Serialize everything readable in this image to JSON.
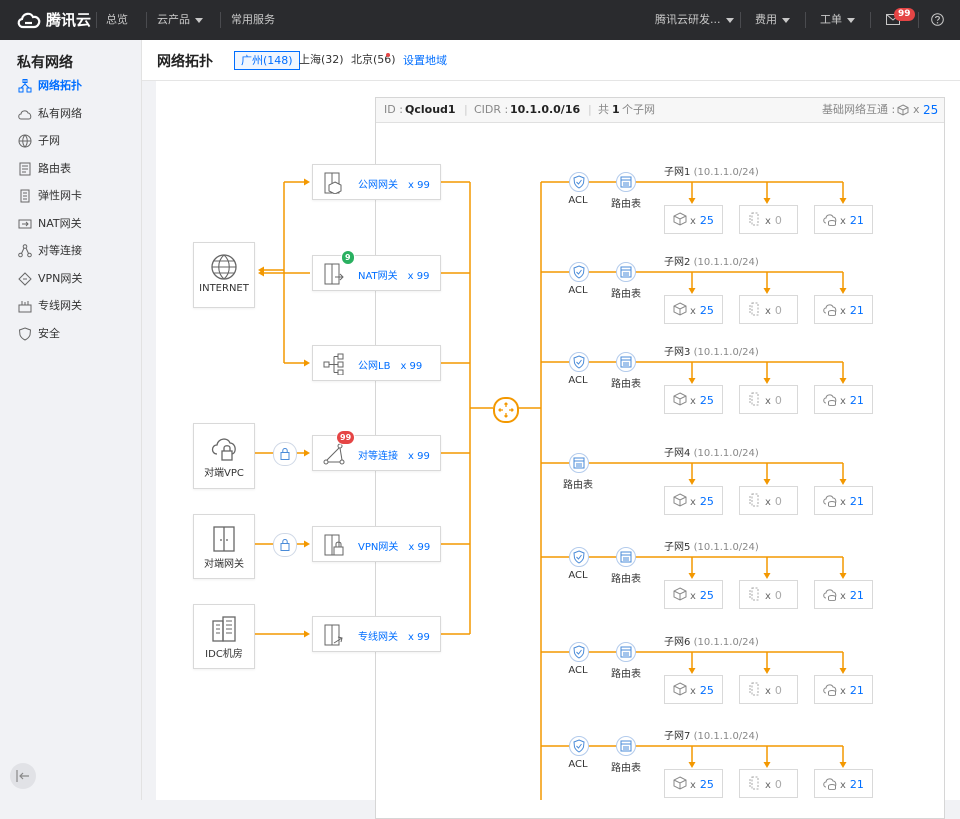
{
  "topbar": {
    "brand": "腾讯云",
    "nav": [
      "总览",
      "云产品",
      "常用服务"
    ],
    "account": "腾讯云研发...",
    "billing": "费用",
    "ticket": "工单",
    "mail_badge": "99"
  },
  "sidebar": {
    "title": "私有网络",
    "items": [
      {
        "label": "网络拓扑",
        "icon": "topology-icon",
        "active": true
      },
      {
        "label": "私有网络",
        "icon": "vpc-icon"
      },
      {
        "label": "子网",
        "icon": "subnet-icon"
      },
      {
        "label": "路由表",
        "icon": "route-table-icon"
      },
      {
        "label": "弹性网卡",
        "icon": "eni-icon"
      },
      {
        "label": "NAT网关",
        "icon": "nat-icon"
      },
      {
        "label": "对等连接",
        "icon": "peering-icon"
      },
      {
        "label": "VPN网关",
        "icon": "vpn-icon"
      },
      {
        "label": "专线网关",
        "icon": "dc-gateway-icon"
      },
      {
        "label": "安全",
        "icon": "shield-icon"
      }
    ]
  },
  "header": {
    "title": "网络拓扑",
    "regions": [
      "广州(148)",
      "上海(32)",
      "北京(56)"
    ],
    "set_region": "设置地域"
  },
  "vpc": {
    "id_label": "ID :",
    "id": "Qcloud1",
    "cidr_label": "CIDR :",
    "cidr": "10.1.0.0/16",
    "count_prefix": "共",
    "count": "1",
    "count_suffix": "个子网",
    "basic_label": "基础网络互通 :",
    "basic_x": "x",
    "basic_count": "25"
  },
  "external": [
    {
      "label": "INTERNET",
      "icon": "globe-icon"
    },
    {
      "label": "对端VPC",
      "icon": "cloud-lock-icon"
    },
    {
      "label": "对端网关",
      "icon": "gateway-door-icon"
    },
    {
      "label": "IDC机房",
      "icon": "building-icon"
    }
  ],
  "gateways": [
    {
      "label": "公网网关",
      "count": "x 99",
      "icon": "public-gateway-icon"
    },
    {
      "label": "NAT网关",
      "count": "x 99",
      "icon": "nat-gateway-icon",
      "badge": "9"
    },
    {
      "label": "公网LB",
      "count": "x 99",
      "icon": "load-balancer-icon"
    },
    {
      "label": "对等连接",
      "count": "x 99",
      "icon": "peering-icon",
      "badge": "99"
    },
    {
      "label": "VPN网关",
      "count": "x 99",
      "icon": "vpn-gateway-icon"
    },
    {
      "label": "专线网关",
      "count": "x 99",
      "icon": "direct-connect-icon"
    }
  ],
  "subnet_common": {
    "acl_label": "ACL",
    "route_label": "路由表",
    "x": "x"
  },
  "subnets": [
    {
      "name": "子网1",
      "cidr": "(10.1.1.0/24)",
      "has_acl": true,
      "cvm": "25",
      "eni": "0",
      "db": "21"
    },
    {
      "name": "子网2",
      "cidr": "(10.1.1.0/24)",
      "has_acl": true,
      "cvm": "25",
      "eni": "0",
      "db": "21"
    },
    {
      "name": "子网3",
      "cidr": "(10.1.1.0/24)",
      "has_acl": true,
      "cvm": "25",
      "eni": "0",
      "db": "21"
    },
    {
      "name": "子网4",
      "cidr": "(10.1.1.0/24)",
      "has_acl": false,
      "cvm": "25",
      "eni": "0",
      "db": "21"
    },
    {
      "name": "子网5",
      "cidr": "(10.1.1.0/24)",
      "has_acl": true,
      "cvm": "25",
      "eni": "0",
      "db": "21"
    },
    {
      "name": "子网6",
      "cidr": "(10.1.1.0/24)",
      "has_acl": true,
      "cvm": "25",
      "eni": "0",
      "db": "21"
    },
    {
      "name": "子网7",
      "cidr": "(10.1.1.0/24)",
      "has_acl": true,
      "cvm": "25",
      "eni": "0",
      "db": "21"
    }
  ],
  "colors": {
    "accent": "#006eff",
    "line": "#f39800",
    "badge": "#e54545",
    "topbar": "#2a2b2e"
  }
}
